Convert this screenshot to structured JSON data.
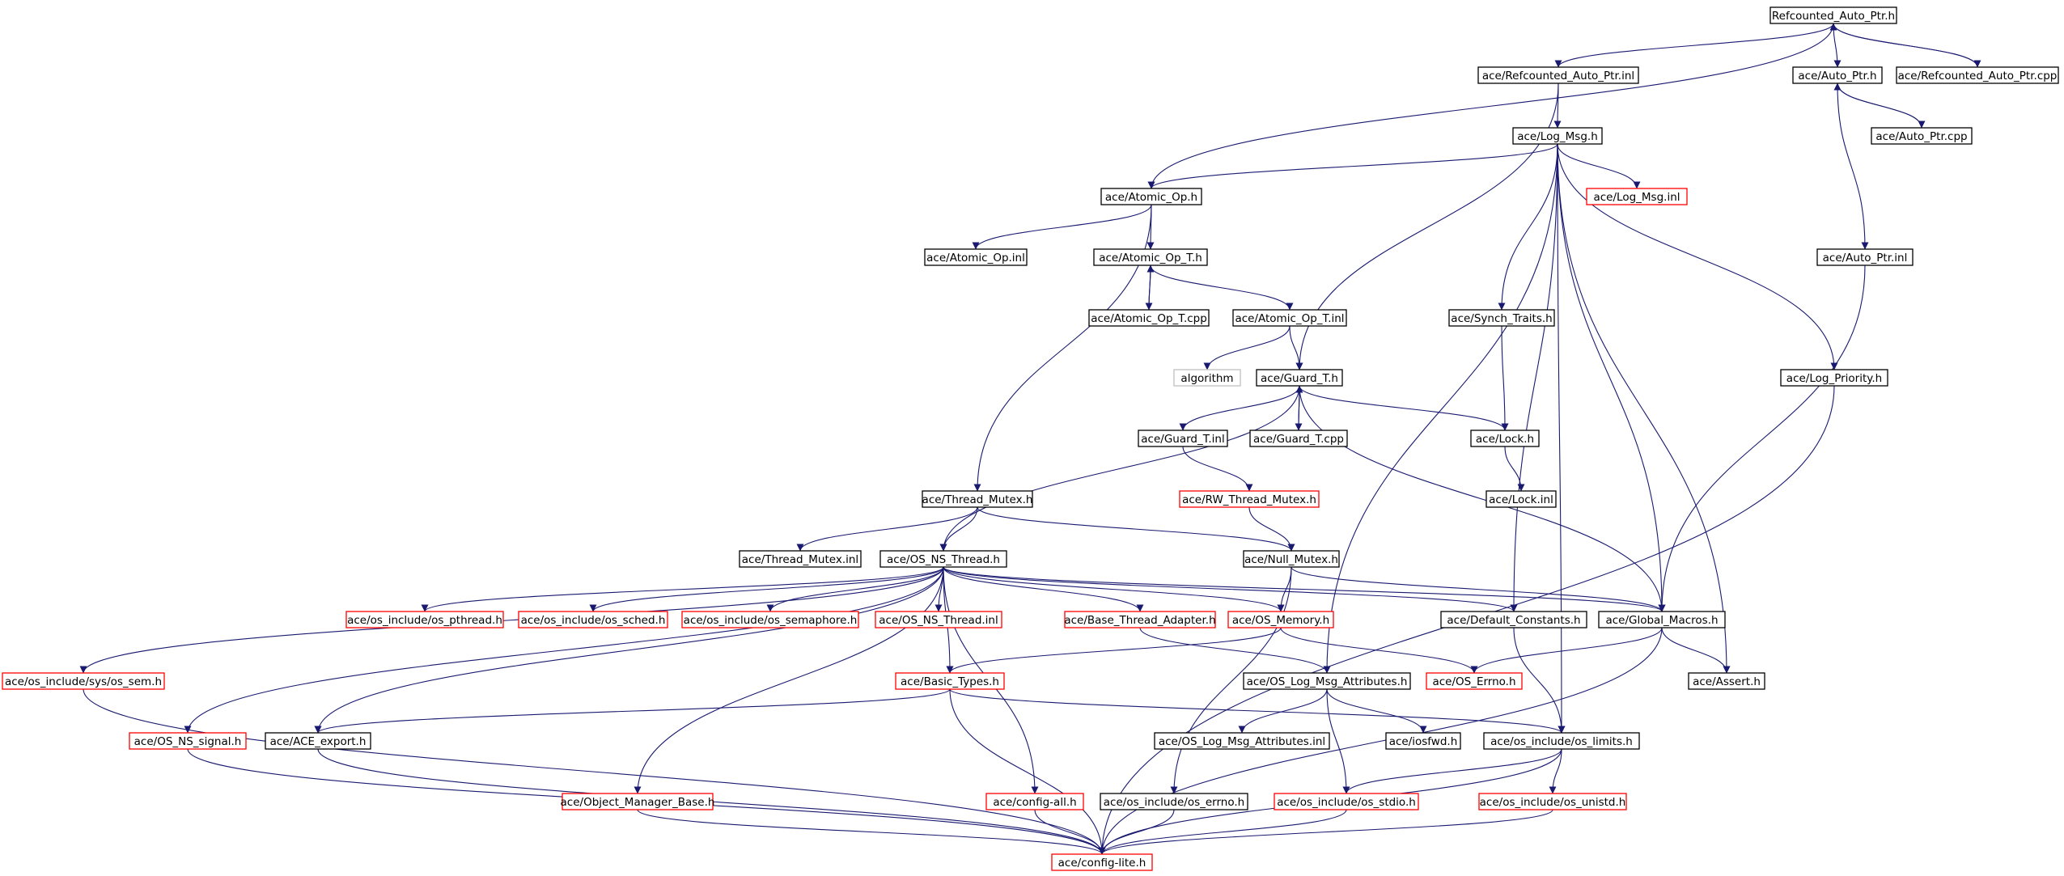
{
  "colors": {
    "edge": "#191970",
    "box_normal": "#000000",
    "box_truncated": "#ff0000",
    "box_external": "#bfbfbf",
    "box_root_fill": "#bfbfbf"
  },
  "graph": {
    "nodes": [
      {
        "id": "refcounted_auto_ptr_h",
        "label": "Refcounted_Auto_Ptr.h",
        "kind": "root"
      },
      {
        "id": "refcounted_auto_ptr_inl",
        "label": "ace/Refcounted_Auto_Ptr.inl",
        "kind": "normal"
      },
      {
        "id": "auto_ptr_h",
        "label": "ace/Auto_Ptr.h",
        "kind": "normal"
      },
      {
        "id": "refcounted_auto_ptr_cpp",
        "label": "ace/Refcounted_Auto_Ptr.cpp",
        "kind": "normal"
      },
      {
        "id": "auto_ptr_cpp",
        "label": "ace/Auto_Ptr.cpp",
        "kind": "normal"
      },
      {
        "id": "log_msg_h",
        "label": "ace/Log_Msg.h",
        "kind": "normal"
      },
      {
        "id": "atomic_op_h",
        "label": "ace/Atomic_Op.h",
        "kind": "normal"
      },
      {
        "id": "log_msg_inl",
        "label": "ace/Log_Msg.inl",
        "kind": "truncated"
      },
      {
        "id": "auto_ptr_inl",
        "label": "ace/Auto_Ptr.inl",
        "kind": "normal"
      },
      {
        "id": "atomic_op_inl",
        "label": "ace/Atomic_Op.inl",
        "kind": "normal"
      },
      {
        "id": "atomic_op_t_h",
        "label": "ace/Atomic_Op_T.h",
        "kind": "normal"
      },
      {
        "id": "atomic_op_t_cpp",
        "label": "ace/Atomic_Op_T.cpp",
        "kind": "normal"
      },
      {
        "id": "atomic_op_t_inl",
        "label": "ace/Atomic_Op_T.inl",
        "kind": "normal"
      },
      {
        "id": "synch_traits_h",
        "label": "ace/Synch_Traits.h",
        "kind": "normal"
      },
      {
        "id": "algorithm",
        "label": "algorithm",
        "kind": "external"
      },
      {
        "id": "guard_t_h",
        "label": "ace/Guard_T.h",
        "kind": "normal"
      },
      {
        "id": "log_priority_h",
        "label": "ace/Log_Priority.h",
        "kind": "normal"
      },
      {
        "id": "guard_t_inl",
        "label": "ace/Guard_T.inl",
        "kind": "normal"
      },
      {
        "id": "guard_t_cpp",
        "label": "ace/Guard_T.cpp",
        "kind": "normal"
      },
      {
        "id": "lock_h",
        "label": "ace/Lock.h",
        "kind": "normal"
      },
      {
        "id": "rw_thread_mutex_h",
        "label": "ace/RW_Thread_Mutex.h",
        "kind": "truncated"
      },
      {
        "id": "lock_inl",
        "label": "ace/Lock.inl",
        "kind": "normal"
      },
      {
        "id": "thread_mutex_h",
        "label": "ace/Thread_Mutex.h",
        "kind": "normal"
      },
      {
        "id": "thread_mutex_inl",
        "label": "ace/Thread_Mutex.inl",
        "kind": "normal"
      },
      {
        "id": "os_ns_thread_h",
        "label": "ace/OS_NS_Thread.h",
        "kind": "normal"
      },
      {
        "id": "null_mutex_h",
        "label": "ace/Null_Mutex.h",
        "kind": "normal"
      },
      {
        "id": "os_pthread_h",
        "label": "ace/os_include/os_pthread.h",
        "kind": "truncated"
      },
      {
        "id": "os_sched_h",
        "label": "ace/os_include/os_sched.h",
        "kind": "truncated"
      },
      {
        "id": "os_semaphore_h",
        "label": "ace/os_include/os_semaphore.h",
        "kind": "truncated"
      },
      {
        "id": "os_ns_thread_inl",
        "label": "ace/OS_NS_Thread.inl",
        "kind": "truncated"
      },
      {
        "id": "base_thread_adapter_h",
        "label": "ace/Base_Thread_Adapter.h",
        "kind": "truncated"
      },
      {
        "id": "os_memory_h",
        "label": "ace/OS_Memory.h",
        "kind": "truncated"
      },
      {
        "id": "default_constants_h",
        "label": "ace/Default_Constants.h",
        "kind": "normal"
      },
      {
        "id": "global_macros_h",
        "label": "ace/Global_Macros.h",
        "kind": "normal"
      },
      {
        "id": "os_sem_h",
        "label": "ace/os_include/sys/os_sem.h",
        "kind": "truncated"
      },
      {
        "id": "basic_types_h",
        "label": "ace/Basic_Types.h",
        "kind": "truncated"
      },
      {
        "id": "os_log_msg_attributes_h",
        "label": "ace/OS_Log_Msg_Attributes.h",
        "kind": "normal"
      },
      {
        "id": "os_errno_h",
        "label": "ace/OS_Errno.h",
        "kind": "truncated"
      },
      {
        "id": "assert_h",
        "label": "ace/Assert.h",
        "kind": "normal"
      },
      {
        "id": "os_ns_signal_h",
        "label": "ace/OS_NS_signal.h",
        "kind": "truncated"
      },
      {
        "id": "ace_export_h",
        "label": "ace/ACE_export.h",
        "kind": "normal"
      },
      {
        "id": "os_log_msg_attributes_inl",
        "label": "ace/OS_Log_Msg_Attributes.inl",
        "kind": "normal"
      },
      {
        "id": "iosfwd_h",
        "label": "ace/iosfwd.h",
        "kind": "normal"
      },
      {
        "id": "os_limits_h",
        "label": "ace/os_include/os_limits.h",
        "kind": "normal"
      },
      {
        "id": "object_manager_base_h",
        "label": "ace/Object_Manager_Base.h",
        "kind": "truncated"
      },
      {
        "id": "config_all_h",
        "label": "ace/config-all.h",
        "kind": "truncated"
      },
      {
        "id": "os_errno_os_h",
        "label": "ace/os_include/os_errno.h",
        "kind": "normal"
      },
      {
        "id": "os_stdio_h",
        "label": "ace/os_include/os_stdio.h",
        "kind": "truncated"
      },
      {
        "id": "os_unistd_h",
        "label": "ace/os_include/os_unistd.h",
        "kind": "truncated"
      },
      {
        "id": "config_lite_h",
        "label": "ace/config-lite.h",
        "kind": "truncated"
      }
    ],
    "edges": [
      [
        "refcounted_auto_ptr_h",
        "refcounted_auto_ptr_inl"
      ],
      [
        "refcounted_auto_ptr_h",
        "auto_ptr_h"
      ],
      [
        "refcounted_auto_ptr_h",
        "refcounted_auto_ptr_cpp"
      ],
      [
        "refcounted_auto_ptr_h",
        "atomic_op_h"
      ],
      [
        "refcounted_auto_ptr_cpp",
        "refcounted_auto_ptr_h"
      ],
      [
        "auto_ptr_h",
        "auto_ptr_cpp"
      ],
      [
        "auto_ptr_cpp",
        "auto_ptr_h"
      ],
      [
        "auto_ptr_h",
        "auto_ptr_inl"
      ],
      [
        "auto_ptr_inl",
        "global_macros_h"
      ],
      [
        "refcounted_auto_ptr_inl",
        "log_msg_h"
      ],
      [
        "refcounted_auto_ptr_inl",
        "guard_t_h"
      ],
      [
        "log_msg_h",
        "atomic_op_h"
      ],
      [
        "log_msg_h",
        "log_msg_inl"
      ],
      [
        "log_msg_h",
        "synch_traits_h"
      ],
      [
        "log_msg_h",
        "log_priority_h"
      ],
      [
        "log_msg_h",
        "global_macros_h"
      ],
      [
        "log_msg_h",
        "default_constants_h"
      ],
      [
        "log_msg_h",
        "os_log_msg_attributes_h"
      ],
      [
        "log_msg_h",
        "assert_h"
      ],
      [
        "log_msg_h",
        "os_limits_h"
      ],
      [
        "atomic_op_h",
        "atomic_op_inl"
      ],
      [
        "atomic_op_h",
        "atomic_op_t_h"
      ],
      [
        "atomic_op_h",
        "thread_mutex_h"
      ],
      [
        "atomic_op_t_h",
        "atomic_op_t_cpp"
      ],
      [
        "atomic_op_t_cpp",
        "atomic_op_t_h"
      ],
      [
        "atomic_op_t_h",
        "atomic_op_t_inl"
      ],
      [
        "atomic_op_t_inl",
        "algorithm"
      ],
      [
        "atomic_op_t_inl",
        "guard_t_h"
      ],
      [
        "synch_traits_h",
        "lock_h"
      ],
      [
        "guard_t_h",
        "guard_t_inl"
      ],
      [
        "guard_t_h",
        "guard_t_cpp"
      ],
      [
        "guard_t_cpp",
        "guard_t_h"
      ],
      [
        "guard_t_h",
        "lock_h"
      ],
      [
        "guard_t_h",
        "os_ns_thread_h"
      ],
      [
        "guard_t_h",
        "global_macros_h"
      ],
      [
        "guard_t_inl",
        "rw_thread_mutex_h"
      ],
      [
        "lock_h",
        "lock_inl"
      ],
      [
        "rw_thread_mutex_h",
        "null_mutex_h"
      ],
      [
        "thread_mutex_h",
        "thread_mutex_inl"
      ],
      [
        "thread_mutex_h",
        "os_ns_thread_h"
      ],
      [
        "thread_mutex_h",
        "null_mutex_h"
      ],
      [
        "null_mutex_h",
        "os_memory_h"
      ],
      [
        "null_mutex_h",
        "global_macros_h"
      ],
      [
        "null_mutex_h",
        "os_errno_os_h"
      ],
      [
        "os_ns_thread_h",
        "os_pthread_h"
      ],
      [
        "os_ns_thread_h",
        "os_sched_h"
      ],
      [
        "os_ns_thread_h",
        "os_semaphore_h"
      ],
      [
        "os_ns_thread_h",
        "os_ns_thread_inl"
      ],
      [
        "os_ns_thread_h",
        "base_thread_adapter_h"
      ],
      [
        "os_ns_thread_h",
        "os_memory_h"
      ],
      [
        "os_ns_thread_h",
        "default_constants_h"
      ],
      [
        "os_ns_thread_h",
        "global_macros_h"
      ],
      [
        "os_ns_thread_h",
        "os_sem_h"
      ],
      [
        "os_ns_thread_h",
        "basic_types_h"
      ],
      [
        "os_ns_thread_h",
        "os_ns_signal_h"
      ],
      [
        "os_ns_thread_h",
        "ace_export_h"
      ],
      [
        "os_ns_thread_h",
        "object_manager_base_h"
      ],
      [
        "os_ns_thread_h",
        "config_all_h"
      ],
      [
        "base_thread_adapter_h",
        "os_log_msg_attributes_h"
      ],
      [
        "os_memory_h",
        "basic_types_h"
      ],
      [
        "os_memory_h",
        "os_errno_h"
      ],
      [
        "default_constants_h",
        "os_limits_h"
      ],
      [
        "global_macros_h",
        "os_errno_h"
      ],
      [
        "global_macros_h",
        "assert_h"
      ],
      [
        "global_macros_h",
        "config_lite_h"
      ],
      [
        "os_log_msg_attributes_h",
        "os_log_msg_attributes_inl"
      ],
      [
        "os_log_msg_attributes_h",
        "iosfwd_h"
      ],
      [
        "os_log_msg_attributes_h",
        "os_stdio_h"
      ],
      [
        "basic_types_h",
        "ace_export_h"
      ],
      [
        "basic_types_h",
        "os_limits_h"
      ],
      [
        "basic_types_h",
        "config_lite_h"
      ],
      [
        "os_limits_h",
        "os_stdio_h"
      ],
      [
        "os_limits_h",
        "os_unistd_h"
      ],
      [
        "os_limits_h",
        "config_lite_h"
      ],
      [
        "os_sem_h",
        "config_lite_h"
      ],
      [
        "os_ns_signal_h",
        "config_lite_h"
      ],
      [
        "ace_export_h",
        "config_lite_h"
      ],
      [
        "object_manager_base_h",
        "config_lite_h"
      ],
      [
        "config_all_h",
        "config_lite_h"
      ],
      [
        "os_errno_os_h",
        "config_lite_h"
      ],
      [
        "os_stdio_h",
        "config_lite_h"
      ],
      [
        "os_unistd_h",
        "config_lite_h"
      ],
      [
        "log_priority_h",
        "config_lite_h"
      ]
    ]
  }
}
